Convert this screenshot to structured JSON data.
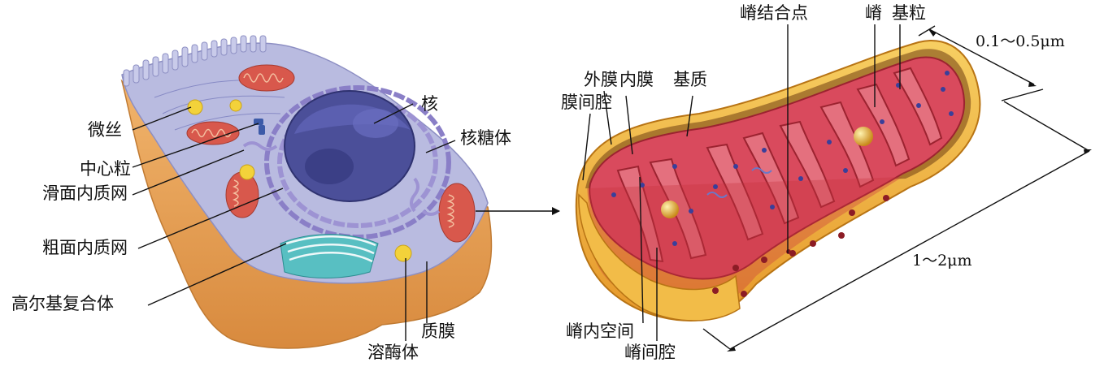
{
  "cell": {
    "labels": {
      "microfilament": "微丝",
      "centriole": "中心粒",
      "smooth_er": "滑面内质网",
      "rough_er": "粗面内质网",
      "golgi": "高尔基复合体",
      "nucleus": "核",
      "ribosome": "核糖体",
      "plasma_membrane": "质膜",
      "lysosome": "溶酶体"
    }
  },
  "mitochondrion": {
    "labels": {
      "intermembrane_space": "膜间腔",
      "outer_membrane": "外膜",
      "inner_membrane": "内膜",
      "matrix": "基质",
      "cristae_junction": "嵴结合点",
      "crista": "嵴",
      "elementary_particle": "基粒",
      "intracristal_space": "嵴内空间",
      "intercristal_space": "嵴间腔"
    },
    "dimensions": {
      "width": "0.1～0.5μm",
      "length": "1～2μm"
    }
  },
  "colors": {
    "cell_body": "#e9a35b",
    "cytoplasm": "#b6b7de",
    "nucleus": "#4b4f99",
    "er": "#8a7fc7",
    "golgi": "#58bfc2",
    "mito_outer": "#f3b23c",
    "mito_inner": "#c9343f",
    "mito_matrix": "#d94a5d"
  }
}
